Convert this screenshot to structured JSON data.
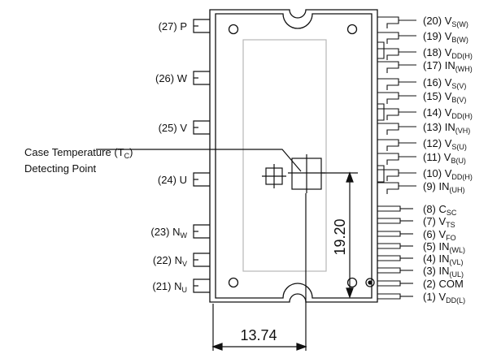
{
  "left_pins": [
    {
      "id": "p27",
      "num": "(27)",
      "name": "P",
      "sub": ""
    },
    {
      "id": "p26",
      "num": "(26)",
      "name": "W",
      "sub": ""
    },
    {
      "id": "p25",
      "num": "(25)",
      "name": "V",
      "sub": ""
    },
    {
      "id": "p24",
      "num": "(24)",
      "name": "U",
      "sub": ""
    },
    {
      "id": "p23",
      "num": "(23)",
      "name": "N",
      "sub": "W"
    },
    {
      "id": "p22",
      "num": "(22)",
      "name": "N",
      "sub": "V"
    },
    {
      "id": "p21",
      "num": "(21)",
      "name": "N",
      "sub": "U"
    }
  ],
  "right_pins": [
    {
      "id": "p20",
      "num": "(20)",
      "name": "V",
      "sub": "S(W)"
    },
    {
      "id": "p19",
      "num": "(19)",
      "name": "V",
      "sub": "B(W)"
    },
    {
      "id": "p18",
      "num": "(18)",
      "name": "V",
      "sub": "DD(H)"
    },
    {
      "id": "p17",
      "num": "(17)",
      "name": "IN",
      "sub": "(WH)"
    },
    {
      "id": "p16",
      "num": "(16)",
      "name": "V",
      "sub": "S(V)"
    },
    {
      "id": "p15",
      "num": "(15)",
      "name": "V",
      "sub": "B(V)"
    },
    {
      "id": "p14",
      "num": "(14)",
      "name": "V",
      "sub": "DD(H)"
    },
    {
      "id": "p13",
      "num": "(13)",
      "name": "IN",
      "sub": "(VH)"
    },
    {
      "id": "p12",
      "num": "(12)",
      "name": "V",
      "sub": "S(U)"
    },
    {
      "id": "p11",
      "num": "(11)",
      "name": "V",
      "sub": "B(U)"
    },
    {
      "id": "p10",
      "num": "(10)",
      "name": "V",
      "sub": "DD(H)"
    },
    {
      "id": "p9",
      "num": "(9)",
      "name": "IN",
      "sub": "(UH)"
    },
    {
      "id": "p8",
      "num": "(8)",
      "name": "C",
      "sub": "SC"
    },
    {
      "id": "p7",
      "num": "(7)",
      "name": "V",
      "sub": "TS"
    },
    {
      "id": "p6",
      "num": "(6)",
      "name": "V",
      "sub": "FO"
    },
    {
      "id": "p5",
      "num": "(5)",
      "name": "IN",
      "sub": "(WL)"
    },
    {
      "id": "p4",
      "num": "(4)",
      "name": "IN",
      "sub": "(VL)"
    },
    {
      "id": "p3",
      "num": "(3)",
      "name": "IN",
      "sub": "(UL)"
    },
    {
      "id": "p2",
      "num": "(2)",
      "name": "COM",
      "sub": ""
    },
    {
      "id": "p1",
      "num": "(1)",
      "name": "V",
      "sub": "DD(L)"
    }
  ],
  "case_temp": {
    "line1_main": "Case Temperature (T",
    "line1_sub": "C",
    "line1_end": ")",
    "line2": "Detecting Point"
  },
  "dimensions": {
    "horizontal": "13.74",
    "vertical": "19.20"
  }
}
